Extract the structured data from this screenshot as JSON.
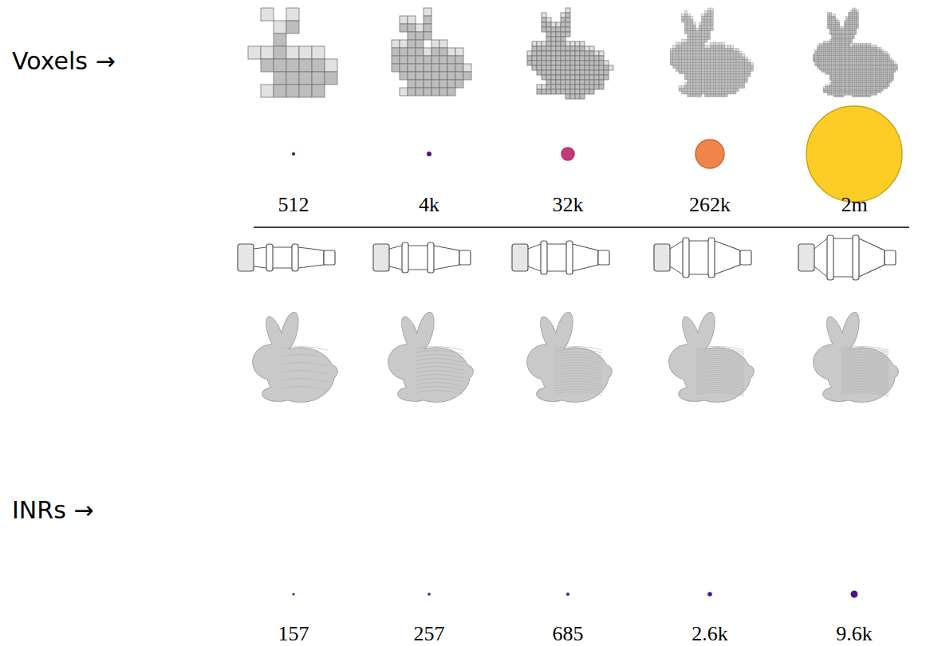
{
  "diagram": {
    "labels": [
      "Voxels →",
      "INRs →",
      "512",
      "4k",
      "32k",
      "262k",
      "2m",
      "157",
      "257",
      "685",
      "2.6k",
      "9.6k"
    ]
  }
}
